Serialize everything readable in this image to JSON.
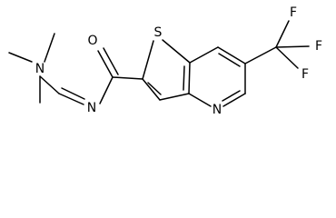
{
  "diagram": {
    "kind": "skeletal structure",
    "atom_labels": {
      "amine_n": "N",
      "imine_n": "N",
      "carbonyl_o": "O",
      "thiophene_s": "S",
      "pyridine_n": "N",
      "fluorine_1": "F",
      "fluorine_2": "F",
      "fluorine_3": "F"
    }
  }
}
